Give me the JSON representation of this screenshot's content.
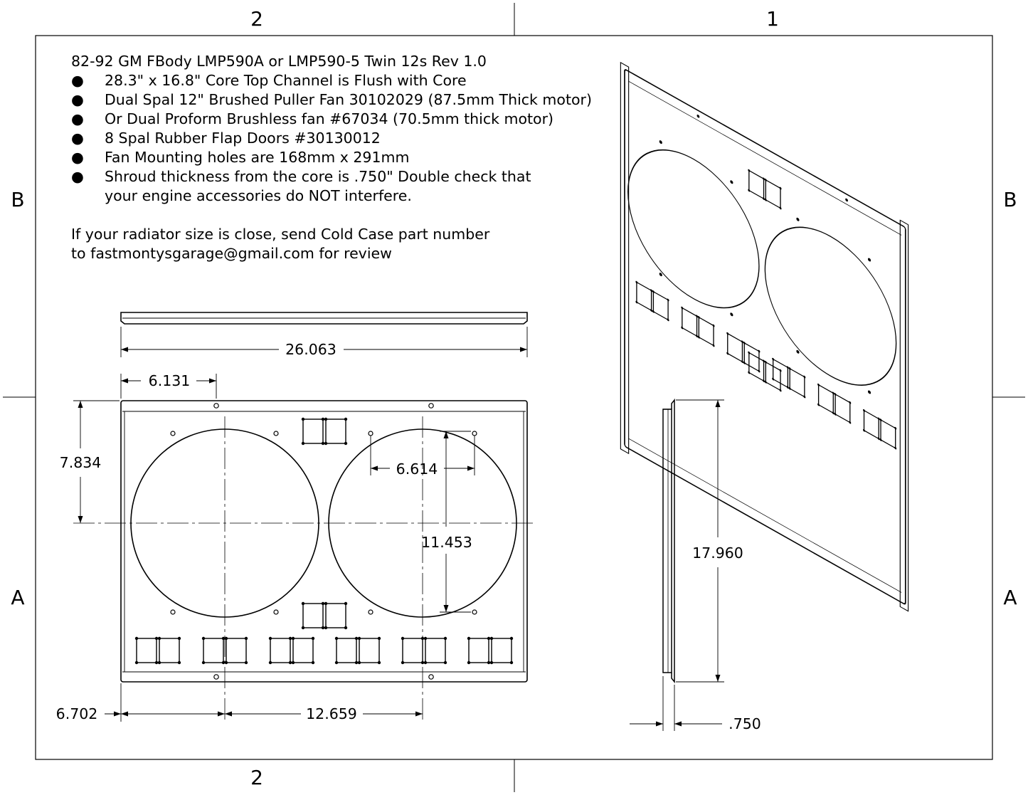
{
  "zones": {
    "top_left": "2",
    "top_right": "1",
    "bottom_left": "2",
    "left_upper": "B",
    "right_upper": "B",
    "left_lower": "A",
    "right_lower": "A"
  },
  "notes": {
    "title": "82-92 GM FBody LMP590A or LMP590-5 Twin 12s Rev 1.0",
    "bullet_char": "●",
    "bullets": [
      "28.3\" x 16.8\" Core Top Channel is Flush with Core",
      "Dual Spal 12\" Brushed Puller Fan 30102029 (87.5mm Thick motor)",
      "Or Dual Proform Brushless fan #67034 (70.5mm thick motor)",
      "8 Spal Rubber Flap Doors #30130012",
      "Fan Mounting holes are 168mm x 291mm",
      "Shroud thickness from the core is .750\"  Double check that"
    ],
    "bullet_continuation": "your engine accessories do NOT interfere.",
    "footer_line1": "If your radiator size is close, send Cold Case part number",
    "footer_line2": "to fastmontysgarage@gmail.com for review"
  },
  "dimensions": {
    "overall_width": "26.063",
    "fan1_center_x": "6.131",
    "fan_center_y": "7.834",
    "hole_spacing_x": "6.614",
    "hole_spacing_y": "11.453",
    "bottom_left": "6.702",
    "fan_spacing": "12.659",
    "overall_height": "17.960",
    "thickness": ".750"
  }
}
